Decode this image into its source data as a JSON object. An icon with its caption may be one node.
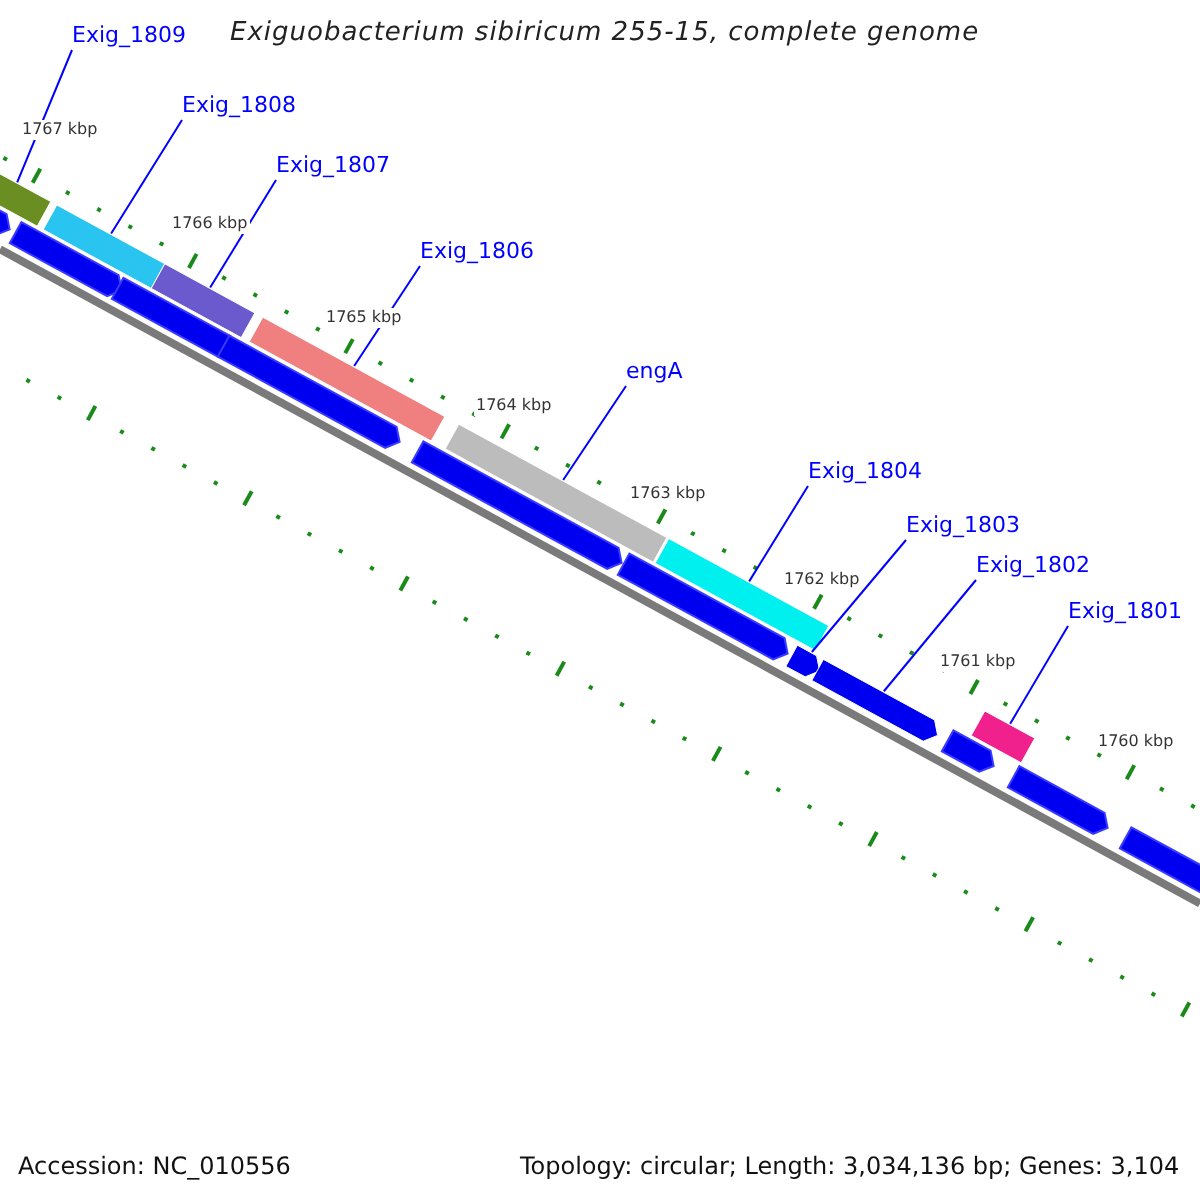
{
  "diagram": {
    "title": "Exiguobacterium sibiricum 255-15, complete genome",
    "nodes": [
      {
        "text": [
          "Exig_1809"
        ]
      },
      {
        "text": [
          "Exig_1808"
        ]
      },
      {
        "text": [
          "Exig_1807"
        ]
      },
      {
        "text": [
          "Exig_1806"
        ]
      },
      {
        "text": [
          "engA"
        ]
      },
      {
        "text": [
          "Exig_1804"
        ]
      },
      {
        "text": [
          "Exig_1803"
        ]
      },
      {
        "text": [
          "Exig_1802"
        ]
      },
      {
        "text": [
          "Exig_1801"
        ]
      },
      {
        "text": [],
        "shape": "bar"
      },
      {
        "text": [],
        "shape": "bar"
      },
      {
        "text": [],
        "shape": "bar"
      },
      {
        "text": [],
        "shape": "bar"
      },
      {
        "text": [],
        "shape": "bar"
      },
      {
        "text": [],
        "shape": "bar"
      },
      {
        "text": [],
        "shape": "bar"
      },
      {
        "text": [],
        "shape": "bar"
      },
      {
        "text": [],
        "shape": "bar"
      }
    ],
    "edges": [
      {
        "from": 0,
        "to": 9,
        "arrow": "none"
      },
      {
        "from": 1,
        "to": 10,
        "arrow": "none"
      },
      {
        "from": 2,
        "to": 11,
        "arrow": "none"
      },
      {
        "from": 3,
        "to": 12,
        "arrow": "none"
      },
      {
        "from": 4,
        "to": 13,
        "arrow": "none"
      },
      {
        "from": 5,
        "to": 14,
        "arrow": "none"
      },
      {
        "from": 6,
        "to": 15,
        "arrow": "none"
      },
      {
        "from": 7,
        "to": 16,
        "arrow": "none"
      },
      {
        "from": 8,
        "to": 17,
        "arrow": "none"
      }
    ],
    "labels": [
      "1767 kbp",
      "1766 kbp",
      "1765 kbp",
      "1764 kbp",
      "1763 kbp",
      "1762 kbp",
      "1761 kbp",
      "1760 kbp",
      "Accession: NC_010556",
      "Topology: circular; Length: 3,034,136 bp; Genes: 3,104"
    ]
  }
}
